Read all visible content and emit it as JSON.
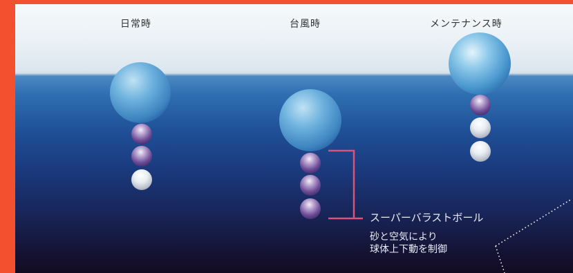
{
  "labels": {
    "normal": "日常時",
    "typhoon": "台風時",
    "maintenance": "メンテナンス時"
  },
  "callout": {
    "title": "スーパーバラストボール",
    "line1": "砂と空気により",
    "line2": "球体上下動を制御"
  },
  "colors": {
    "border": "#f2502e",
    "bracket": "#d9547a",
    "sky": "#eef4f8",
    "sea_top": "#2f6fb2",
    "sea_bottom": "#120b24"
  }
}
